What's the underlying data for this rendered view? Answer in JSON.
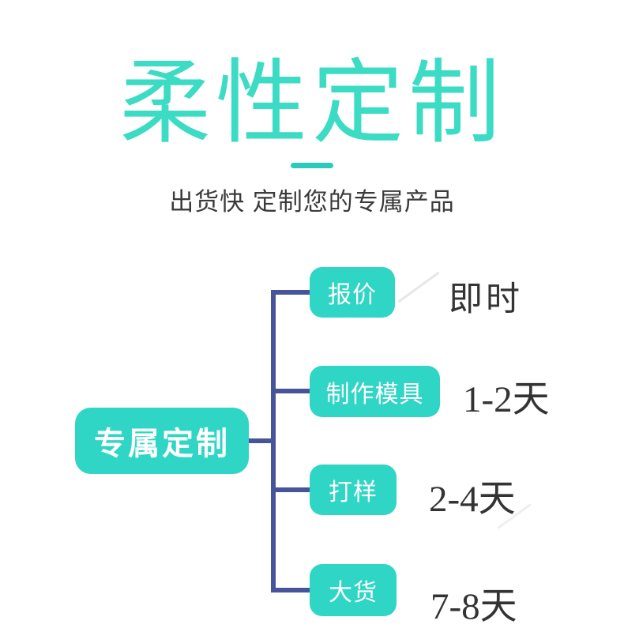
{
  "header": {
    "title": "柔性定制",
    "subtitle": "出货快 定制您的专属产品"
  },
  "diagram": {
    "root": {
      "label": "专属定制"
    },
    "steps": [
      {
        "label": "报价",
        "duration": "即时"
      },
      {
        "label": "制作模具",
        "duration": "1-2天"
      },
      {
        "label": "打样",
        "duration": "2-4天"
      },
      {
        "label": "大货",
        "duration": "7-8天"
      }
    ]
  },
  "colors": {
    "accent_teal": "#2fd5c5",
    "title_teal": "#3bdbc4",
    "underline_teal": "#2cc9bd",
    "connector_navy": "#47549a",
    "text_dark": "#333333",
    "subtitle_gray": "#3b3b3b",
    "node_text": "#ffffff",
    "background": "#ffffff"
  }
}
